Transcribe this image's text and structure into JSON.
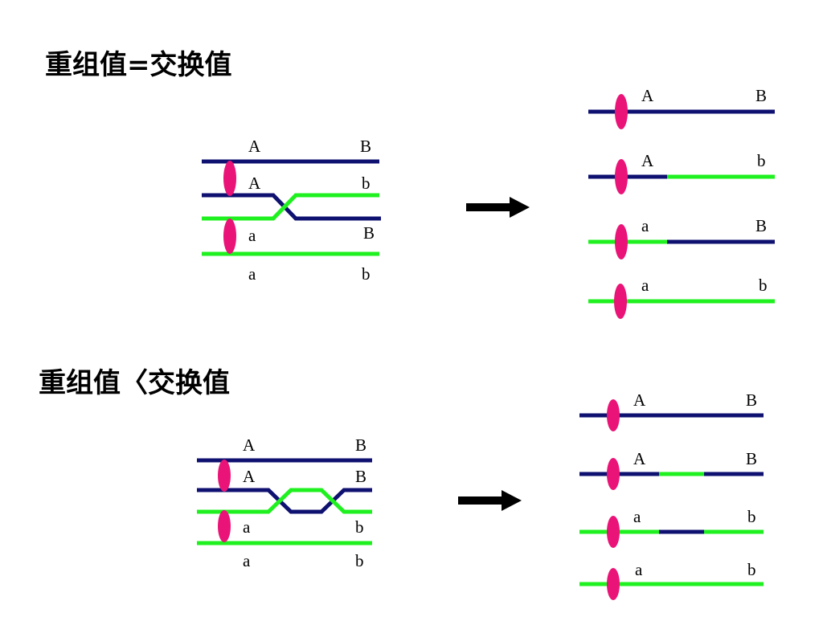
{
  "titles": {
    "equal": "重组值=交换值",
    "less": "重组值〈交换值"
  },
  "colors": {
    "dark_chromatid": "#0f1170",
    "light_chromatid": "#1ff01f",
    "centromere": "#ea1377",
    "arrow": "#000000"
  },
  "single_crossover": {
    "chromatid_labels": [
      [
        "A",
        "B"
      ],
      [
        "A",
        "b"
      ],
      [
        "a",
        "B"
      ],
      [
        "a",
        "b"
      ]
    ],
    "products": [
      [
        "A",
        "B"
      ],
      [
        "A",
        "b"
      ],
      [
        "a",
        "B"
      ],
      [
        "a",
        "b"
      ]
    ]
  },
  "double_crossover": {
    "chromatid_labels": [
      [
        "A",
        "B"
      ],
      [
        "A",
        "B"
      ],
      [
        "a",
        "b"
      ],
      [
        "a",
        "b"
      ]
    ],
    "products": [
      [
        "A",
        "B"
      ],
      [
        "A",
        "B"
      ],
      [
        "a",
        "b"
      ],
      [
        "a",
        "b"
      ]
    ]
  }
}
